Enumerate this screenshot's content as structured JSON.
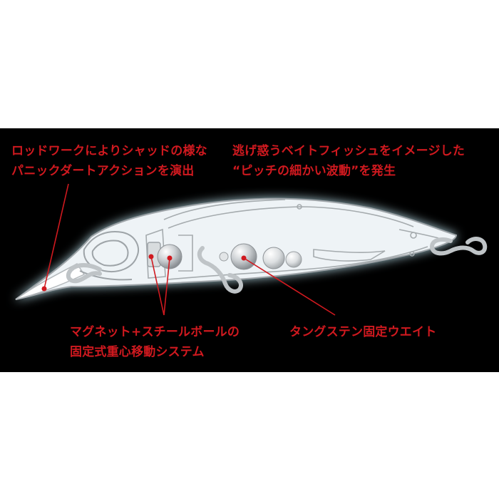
{
  "colors": {
    "background": "#ffffff",
    "panel": "#000000",
    "accent": "#d0191f",
    "outline": "#9ea4a8",
    "body_fill": "#eef3f6"
  },
  "callouts": {
    "top_left": [
      "ロッドワークによりシャッドの様な",
      "パニックダートアクションを演出"
    ],
    "top_right": [
      "逃げ惑うベイトフィッシュをイメージした",
      "“ピッチの細かい波動”を発生"
    ],
    "bottom_left": [
      "マグネット+スチールボールの",
      "固定式重心移動システム"
    ],
    "bottom_right": [
      "タングステン固定ウエイト"
    ]
  }
}
